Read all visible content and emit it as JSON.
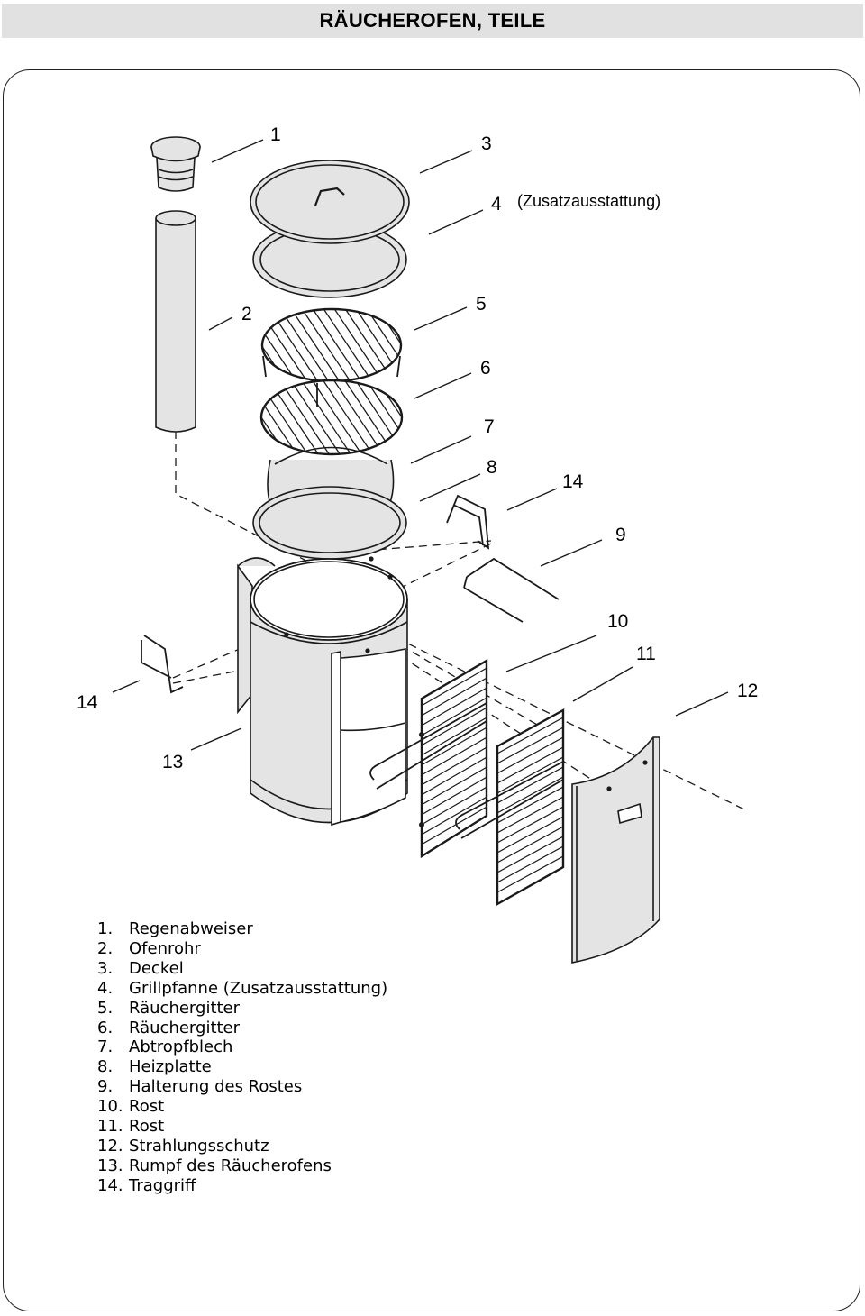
{
  "title": "RÄUCHEROFEN, TEILE",
  "callouts": {
    "c1": "1",
    "c2": "2",
    "c3": "3",
    "c4": "4",
    "c4_note": "(Zusatzausstattung)",
    "c5": "5",
    "c6": "6",
    "c7": "7",
    "c8": "8",
    "c14_right": "14",
    "c9": "9",
    "c10": "10",
    "c11": "11",
    "c12": "12",
    "c14_left": "14",
    "c13": "13"
  },
  "parts": [
    {
      "num": "1.",
      "name": "Regenabweiser"
    },
    {
      "num": "2.",
      "name": "Ofenrohr"
    },
    {
      "num": "3.",
      "name": "Deckel"
    },
    {
      "num": "4.",
      "name": "Grillpfanne (Zusatzausstattung)"
    },
    {
      "num": "5.",
      "name": "Räuchergitter"
    },
    {
      "num": "6.",
      "name": "Räuchergitter"
    },
    {
      "num": "7.",
      "name": "Abtropfblech"
    },
    {
      "num": "8.",
      "name": "Heizplatte"
    },
    {
      "num": "9.",
      "name": "Halterung des Rostes"
    },
    {
      "num": "10.",
      "name": "Rost"
    },
    {
      "num": "11.",
      "name": "Rost"
    },
    {
      "num": "12.",
      "name": "Strahlungsschutz"
    },
    {
      "num": "13.",
      "name": "Rumpf des Räucherofens"
    },
    {
      "num": "14.",
      "name": "Traggriff"
    }
  ],
  "colors": {
    "header_bg": "#e1e1e1",
    "metal_fill": "#e4e4e4",
    "outline": "#1a1a1a"
  }
}
